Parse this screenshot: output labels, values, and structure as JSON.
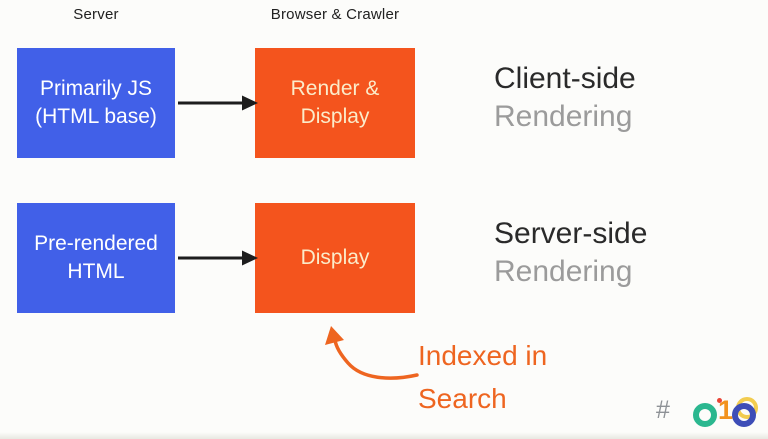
{
  "colors": {
    "bg": "#fcfcfa",
    "bottom_strip": "#e7e8e1",
    "box_blue": "#4160e8",
    "box_blue_text": "#ffffff",
    "box_orange": "#f4541d",
    "box_orange_text": "#fbecca",
    "label_dark": "#212121",
    "heading_dark": "#2a2a2a",
    "heading_gray": "#9b9b9b",
    "arrow_black": "#1d1d1d",
    "annotation_orange": "#ee6520",
    "logo_gray": "#8e9296",
    "logo_blue": "#4285f4",
    "logo_red": "#e94436",
    "logo_yellow": "#f0c330",
    "logo_green": "#2bb78f",
    "logo_orange": "#f2921d",
    "logo_indigo": "#3d4db7"
  },
  "columns": {
    "server_label": "Server",
    "browser_label": "Browser & Crawler"
  },
  "rows": [
    {
      "server_box": "Primarily JS\n(HTML base)",
      "browser_box": "Render &\nDisplay",
      "title": "Client-side",
      "subtitle": "Rendering"
    },
    {
      "server_box": "Pre-rendered\nHTML",
      "browser_box": "Display",
      "title": "Server-side",
      "subtitle": "Rendering"
    }
  ],
  "annotation": {
    "line1": "Indexed in",
    "line2": "Search"
  },
  "logo": {
    "hash": "#",
    "one": "1"
  }
}
